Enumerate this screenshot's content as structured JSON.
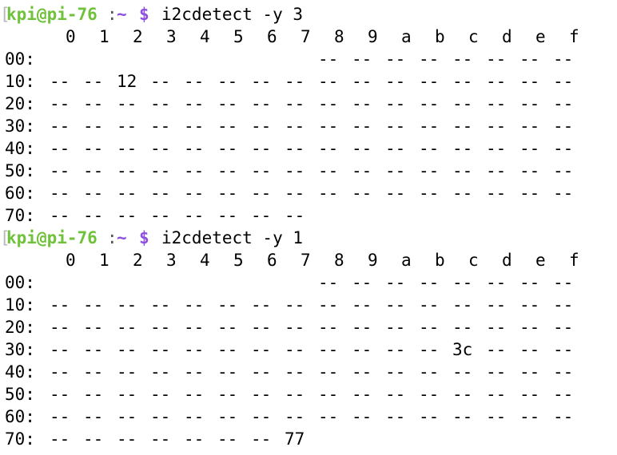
{
  "window": {
    "type": "terminal",
    "colors": {
      "background": "#ffffff",
      "text": "#000000",
      "prompt_user": "#6fc23a",
      "prompt_path": "#8e4ee0",
      "prompt_bracket": "#b9b9b9"
    }
  },
  "blocks": [
    {
      "prompt": {
        "bracket": "[",
        "user_host": "kpi@pi-76",
        "colon": ":",
        "path": "~",
        "dollar": "$",
        "command": "i2cdetect -y 3"
      },
      "header": [
        "0",
        "1",
        "2",
        "3",
        "4",
        "5",
        "6",
        "7",
        "8",
        "9",
        "a",
        "b",
        "c",
        "d",
        "e",
        "f"
      ],
      "rows": [
        {
          "label": "00:",
          "cells": [
            "",
            "",
            "",
            "",
            "",
            "",
            "",
            "",
            "--",
            "--",
            "--",
            "--",
            "--",
            "--",
            "--",
            "--"
          ]
        },
        {
          "label": "10:",
          "cells": [
            "--",
            "--",
            "12",
            "--",
            "--",
            "--",
            "--",
            "--",
            "--",
            "--",
            "--",
            "--",
            "--",
            "--",
            "--",
            "--"
          ]
        },
        {
          "label": "20:",
          "cells": [
            "--",
            "--",
            "--",
            "--",
            "--",
            "--",
            "--",
            "--",
            "--",
            "--",
            "--",
            "--",
            "--",
            "--",
            "--",
            "--"
          ]
        },
        {
          "label": "30:",
          "cells": [
            "--",
            "--",
            "--",
            "--",
            "--",
            "--",
            "--",
            "--",
            "--",
            "--",
            "--",
            "--",
            "--",
            "--",
            "--",
            "--"
          ]
        },
        {
          "label": "40:",
          "cells": [
            "--",
            "--",
            "--",
            "--",
            "--",
            "--",
            "--",
            "--",
            "--",
            "--",
            "--",
            "--",
            "--",
            "--",
            "--",
            "--"
          ]
        },
        {
          "label": "50:",
          "cells": [
            "--",
            "--",
            "--",
            "--",
            "--",
            "--",
            "--",
            "--",
            "--",
            "--",
            "--",
            "--",
            "--",
            "--",
            "--",
            "--"
          ]
        },
        {
          "label": "60:",
          "cells": [
            "--",
            "--",
            "--",
            "--",
            "--",
            "--",
            "--",
            "--",
            "--",
            "--",
            "--",
            "--",
            "--",
            "--",
            "--",
            "--"
          ]
        },
        {
          "label": "70:",
          "cells": [
            "--",
            "--",
            "--",
            "--",
            "--",
            "--",
            "--",
            "--"
          ]
        }
      ]
    },
    {
      "prompt": {
        "bracket": "[",
        "user_host": "kpi@pi-76",
        "colon": ":",
        "path": "~",
        "dollar": "$",
        "command": "i2cdetect -y 1"
      },
      "header": [
        "0",
        "1",
        "2",
        "3",
        "4",
        "5",
        "6",
        "7",
        "8",
        "9",
        "a",
        "b",
        "c",
        "d",
        "e",
        "f"
      ],
      "rows": [
        {
          "label": "00:",
          "cells": [
            "",
            "",
            "",
            "",
            "",
            "",
            "",
            "",
            "--",
            "--",
            "--",
            "--",
            "--",
            "--",
            "--",
            "--"
          ]
        },
        {
          "label": "10:",
          "cells": [
            "--",
            "--",
            "--",
            "--",
            "--",
            "--",
            "--",
            "--",
            "--",
            "--",
            "--",
            "--",
            "--",
            "--",
            "--",
            "--"
          ]
        },
        {
          "label": "20:",
          "cells": [
            "--",
            "--",
            "--",
            "--",
            "--",
            "--",
            "--",
            "--",
            "--",
            "--",
            "--",
            "--",
            "--",
            "--",
            "--",
            "--"
          ]
        },
        {
          "label": "30:",
          "cells": [
            "--",
            "--",
            "--",
            "--",
            "--",
            "--",
            "--",
            "--",
            "--",
            "--",
            "--",
            "--",
            "3c",
            "--",
            "--",
            "--"
          ]
        },
        {
          "label": "40:",
          "cells": [
            "--",
            "--",
            "--",
            "--",
            "--",
            "--",
            "--",
            "--",
            "--",
            "--",
            "--",
            "--",
            "--",
            "--",
            "--",
            "--"
          ]
        },
        {
          "label": "50:",
          "cells": [
            "--",
            "--",
            "--",
            "--",
            "--",
            "--",
            "--",
            "--",
            "--",
            "--",
            "--",
            "--",
            "--",
            "--",
            "--",
            "--"
          ]
        },
        {
          "label": "60:",
          "cells": [
            "--",
            "--",
            "--",
            "--",
            "--",
            "--",
            "--",
            "--",
            "--",
            "--",
            "--",
            "--",
            "--",
            "--",
            "--",
            "--"
          ]
        },
        {
          "label": "70:",
          "cells": [
            "--",
            "--",
            "--",
            "--",
            "--",
            "--",
            "--",
            "77"
          ]
        }
      ]
    }
  ]
}
